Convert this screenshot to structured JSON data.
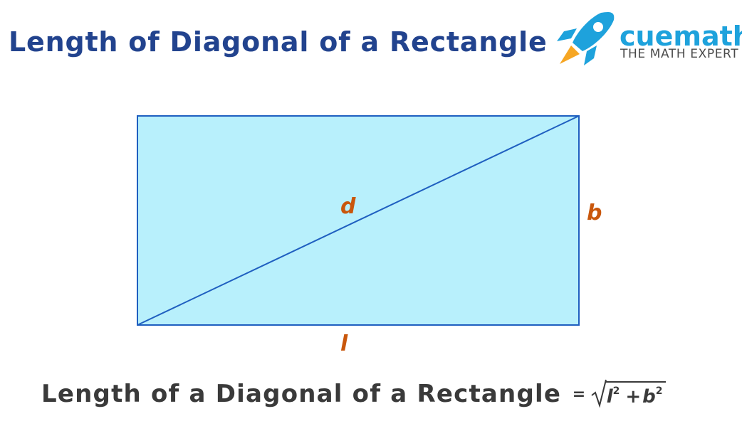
{
  "header": {
    "title": "Length of Diagonal of a Rectangle"
  },
  "logo": {
    "icon": "rocket-icon",
    "brand_name": "cuemath",
    "tagline": "THE MATH EXPERT"
  },
  "diagram": {
    "shape": "rectangle",
    "diagonal_label": "d",
    "side_label": "b",
    "bottom_label": "l"
  },
  "formula": {
    "label": "Length of a Diagonal of a Rectangle",
    "equals": "=",
    "term1": "l",
    "exp1": "2",
    "plus": "+",
    "term2": "b",
    "exp2": "2"
  },
  "colors": {
    "title": "#22438e",
    "brand_blue": "#1ea2dc",
    "tagline": "#4a4a4a",
    "rect_fill": "#b8f0fc",
    "rect_stroke": "#1f5fc0",
    "label": "#c9570c",
    "formula": "#3a3a3a",
    "rocket_body": "#1ea2dc",
    "rocket_flame": "#f6a623"
  }
}
